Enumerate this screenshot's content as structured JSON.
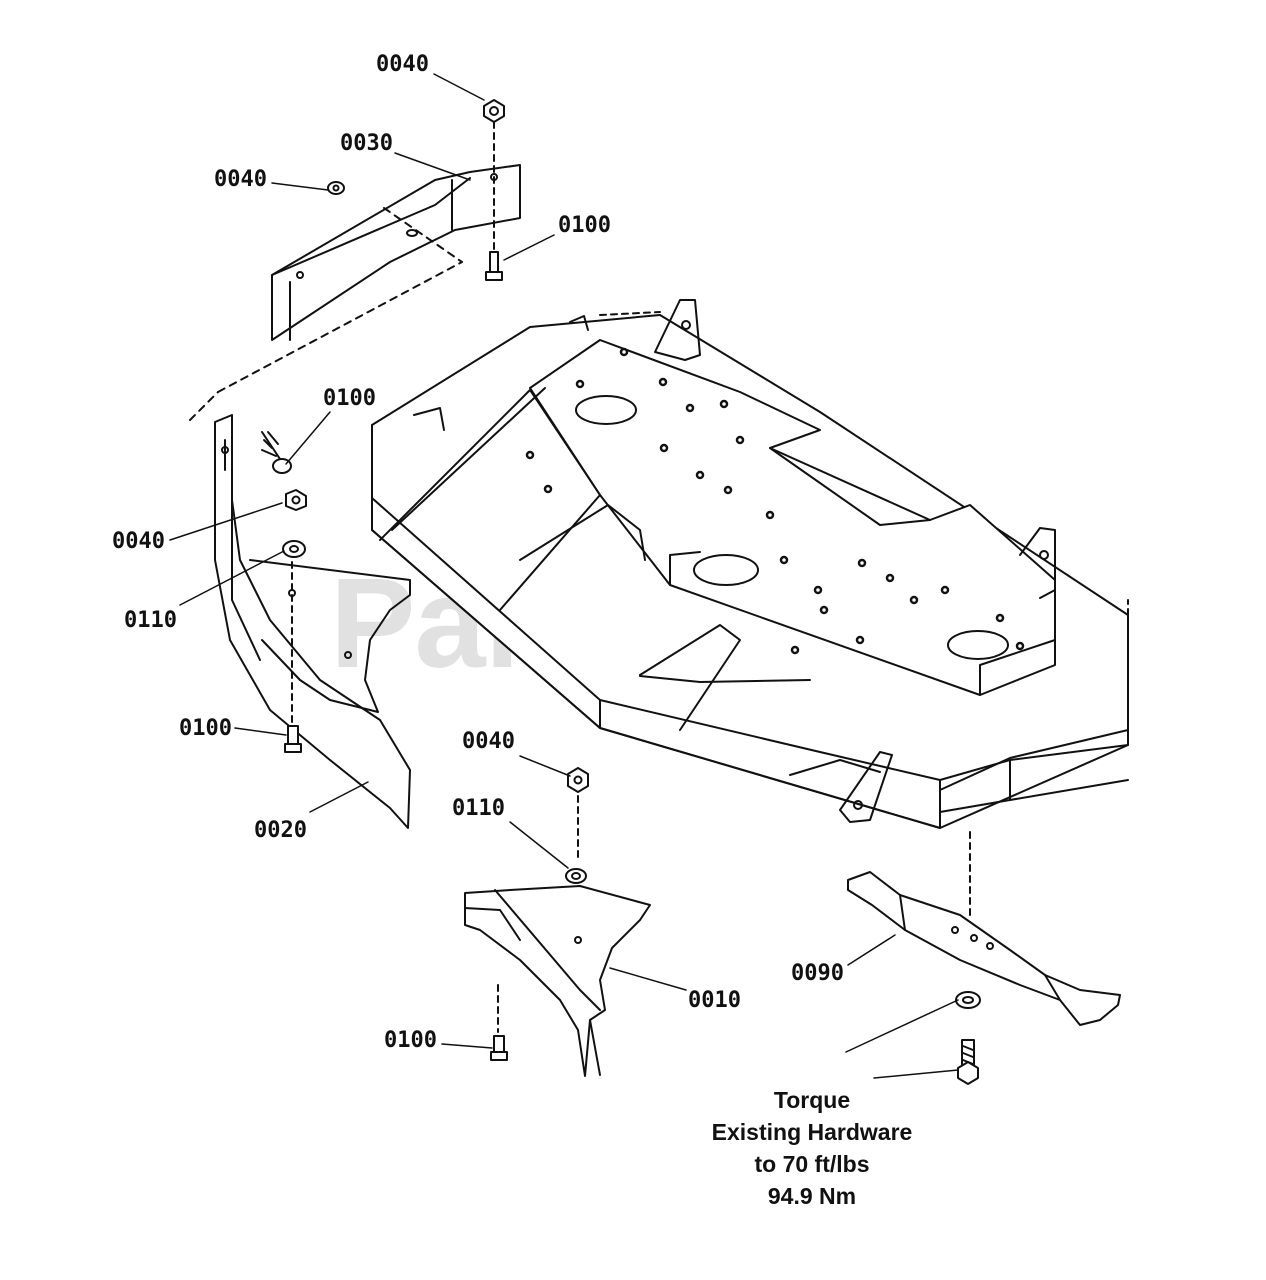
{
  "watermark": {
    "text": "PartsTree",
    "mark": "™"
  },
  "callouts": {
    "c_0040_top": "0040",
    "c_0030": "0030",
    "c_0040_left": "0040",
    "c_0100_top": "0100",
    "c_0100_mid": "0100",
    "c_0040_mid": "0040",
    "c_0110_mid": "0110",
    "c_0100_low": "0100",
    "c_0020": "0020",
    "c_0040_low": "0040",
    "c_0110_low": "0110",
    "c_0010": "0010",
    "c_0100_bottom": "0100",
    "c_0090": "0090"
  },
  "torque_note": {
    "line1": "Torque",
    "line2": "Existing Hardware",
    "line3": "to 70 ft/lbs",
    "line4": "94.9 Nm"
  },
  "colors": {
    "ink": "#111111",
    "watermark": "#c9c9c9",
    "background": "#ffffff"
  }
}
